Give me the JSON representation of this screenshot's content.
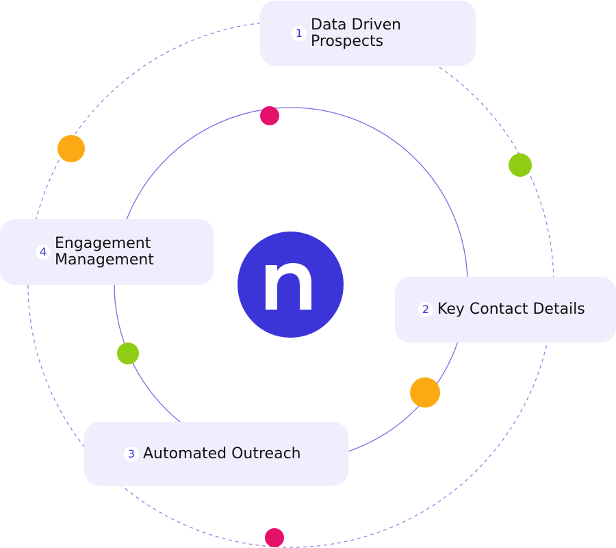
{
  "steps": [
    {
      "number": "1",
      "label": "Data Driven\nProspects"
    },
    {
      "number": "2",
      "label": "Key Contact Details"
    },
    {
      "number": "3",
      "label": "Automated Outreach"
    },
    {
      "number": "4",
      "label": "Engagement\nManagement"
    }
  ],
  "logo": {
    "icon": "n-letter-logo-icon",
    "color": "#3b35d9"
  },
  "colors": {
    "card_background": "#efeefd",
    "accent": "#3b35d9",
    "dot_magenta": "#e5106a",
    "dot_orange": "#fbaa13",
    "dot_green": "#8fcd14",
    "outer_ring": "#8e84e3",
    "inner_ring": "#7d6ae2"
  }
}
